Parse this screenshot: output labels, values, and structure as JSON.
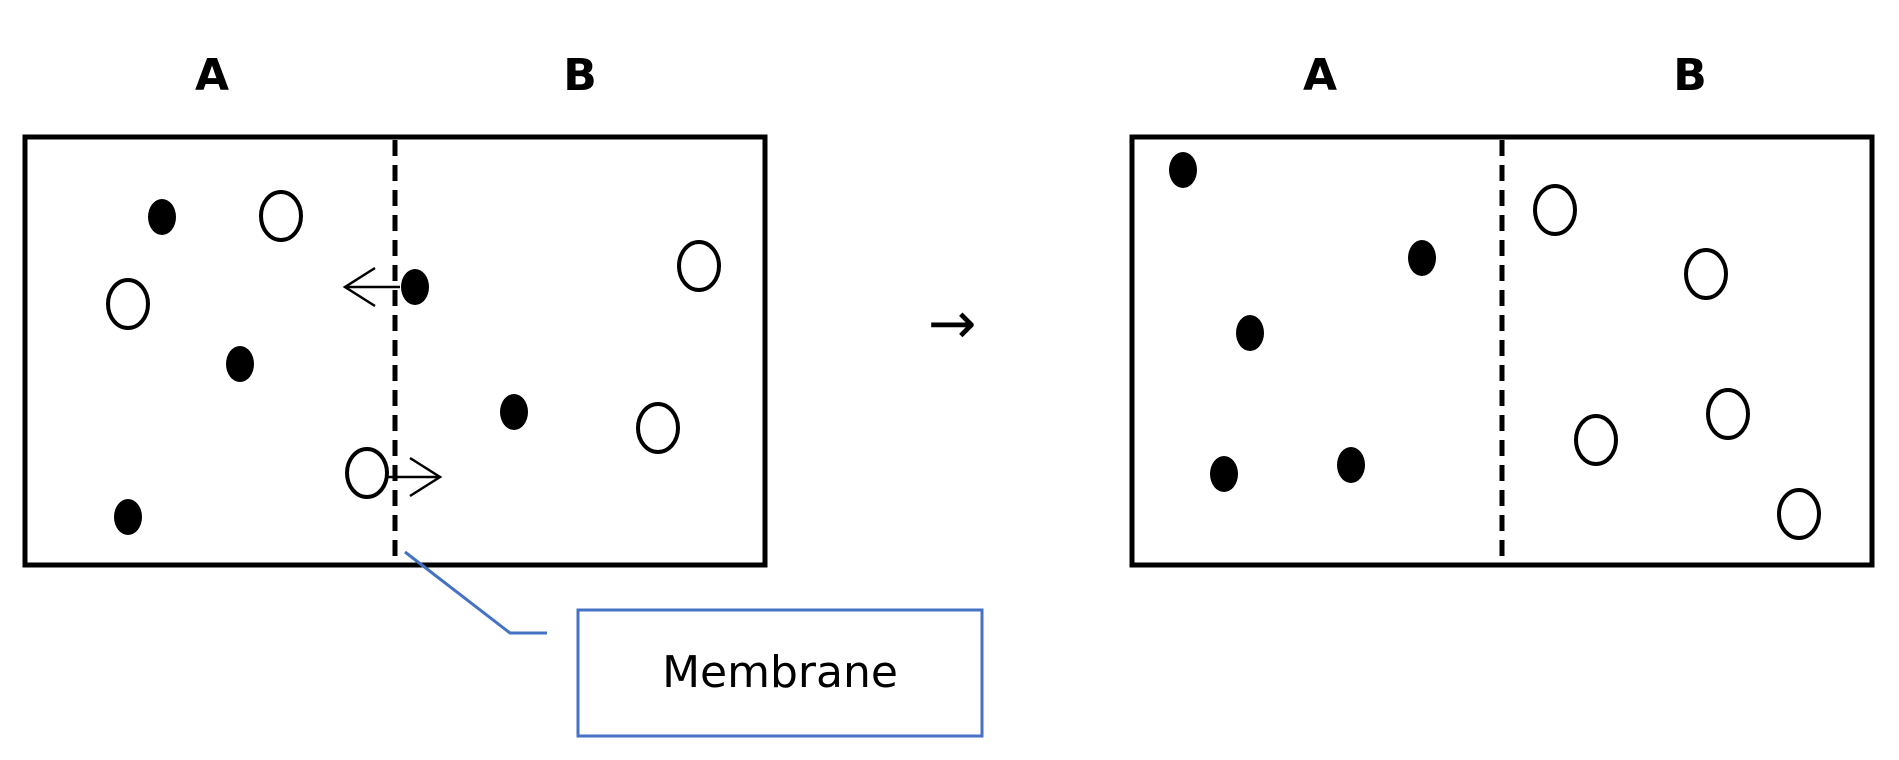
{
  "colors": {
    "outline": "#000000",
    "background": "#ffffff",
    "callout": "#4472c4"
  },
  "before": {
    "label_a": "A",
    "label_b": "B"
  },
  "after": {
    "label_a": "A",
    "label_b": "B"
  },
  "transition_arrow": "→",
  "callout": {
    "text": "Membrane"
  }
}
